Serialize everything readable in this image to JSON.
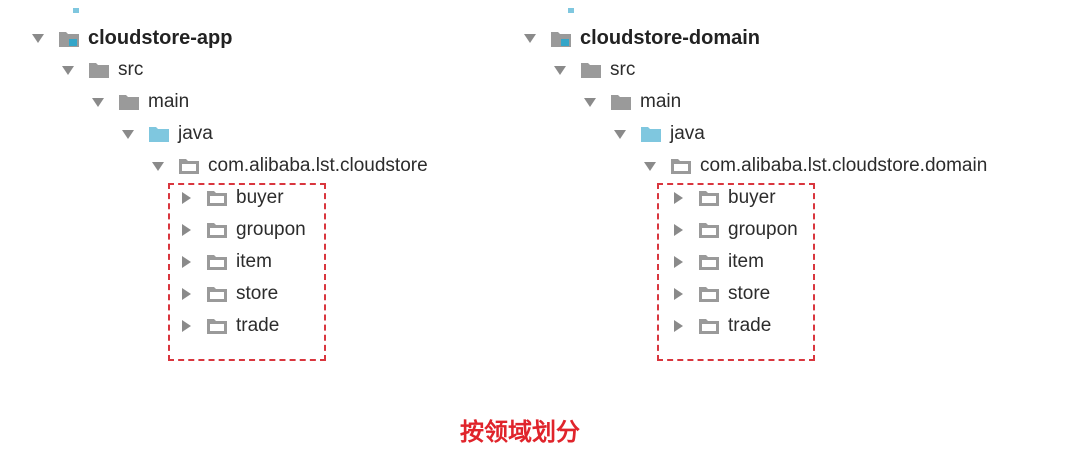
{
  "left_tree": {
    "module": "cloudstore-app",
    "src": "src",
    "main": "main",
    "java": "java",
    "package": "com.alibaba.lst.cloudstore",
    "packages": [
      "buyer",
      "groupon",
      "item",
      "store",
      "trade"
    ]
  },
  "right_tree": {
    "module": "cloudstore-domain",
    "src": "src",
    "main": "main",
    "java": "java",
    "package": "com.alibaba.lst.cloudstore.domain",
    "packages": [
      "buyer",
      "groupon",
      "item",
      "store",
      "trade"
    ]
  },
  "caption": "按领域划分",
  "colors": {
    "text": "#2c2c2c",
    "folder_gray": "#9a9a9a",
    "folder_blue": "#7fc7df",
    "module_accent": "#34a6c9",
    "dashed_border": "#d9363e",
    "caption": "#e0242b"
  },
  "icons": {
    "expanded": "triangle-down-icon",
    "collapsed": "triangle-right-icon",
    "module": "module-folder-icon",
    "folder": "folder-icon",
    "source_folder": "source-folder-icon",
    "package": "package-folder-icon"
  }
}
